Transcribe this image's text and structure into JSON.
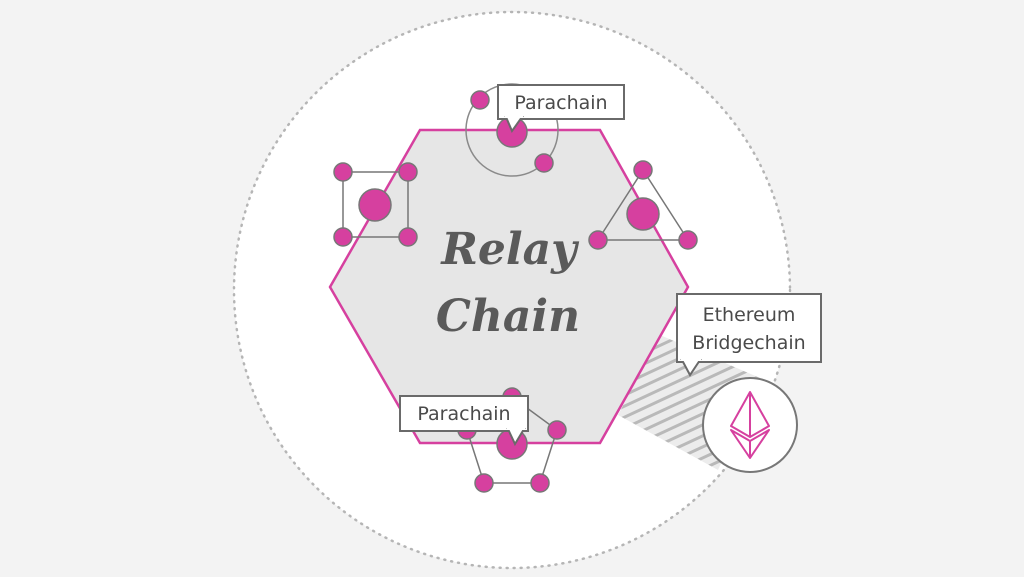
{
  "diagram": {
    "relay_chain": {
      "line1": "Relay",
      "line2": "Chain"
    },
    "callouts": {
      "parachain_top": "Parachain",
      "parachain_bottom": "Parachain",
      "ethereum_line1": "Ethereum",
      "ethereum_line2": "Bridgechain"
    },
    "icons": {
      "ethereum": "ethereum-logo-icon"
    },
    "colors": {
      "background": "#f3f3f3",
      "outer_circle": "#ffffff",
      "hexagon_fill": "#e6e6e6",
      "accent_magenta": "#d6409f",
      "node_stroke": "#777777",
      "text": "#555555"
    }
  }
}
